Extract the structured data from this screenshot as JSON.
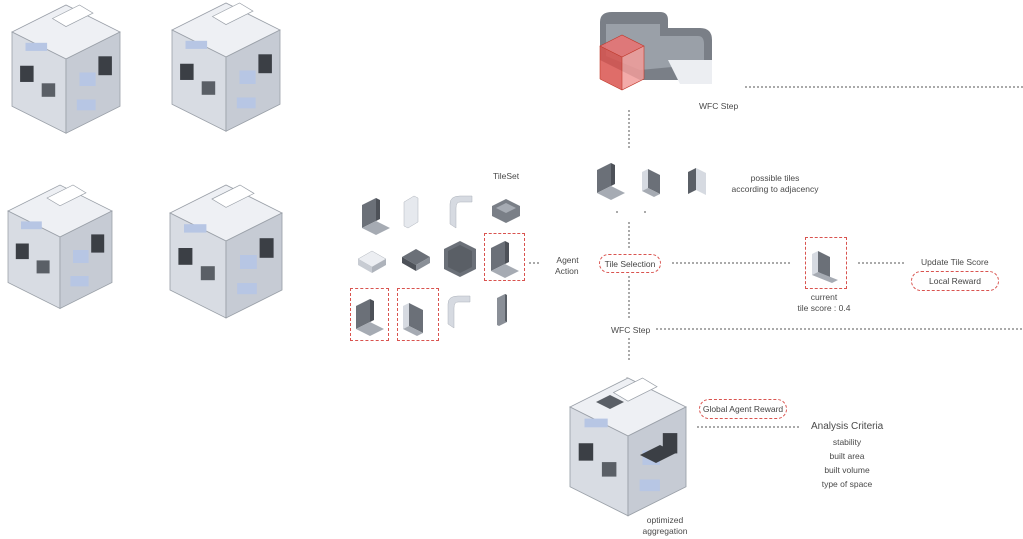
{
  "colors": {
    "accent": "#d9534f",
    "tile_light": "#e6e9ee",
    "tile_mid": "#9aa0a8",
    "tile_dark": "#5a5f66",
    "glass": "#b7c6e4"
  },
  "tileset": {
    "title": "TileSet"
  },
  "agent_action": {
    "line1": "Agent",
    "line2": "Action"
  },
  "tile_selection": {
    "label": "Tile Selection"
  },
  "wfc_step_top": {
    "label": "WFC Step"
  },
  "wfc_step_mid": {
    "label": "WFC Step"
  },
  "possible_tiles": {
    "line1": "possible tiles",
    "line2": "according to adjacency"
  },
  "current_tile": {
    "line1": "current",
    "line2": "tile score : 0.4"
  },
  "update_score": {
    "label": "Update Tile Score"
  },
  "local_reward": {
    "label": "Local Reward"
  },
  "global_reward": {
    "label": "Global Agent Reward"
  },
  "analysis": {
    "title": "Analysis Criteria",
    "items": [
      "stability",
      "built area",
      "built volume",
      "type of space"
    ]
  },
  "optimized": {
    "line1": "optimized",
    "line2": "aggregation"
  }
}
